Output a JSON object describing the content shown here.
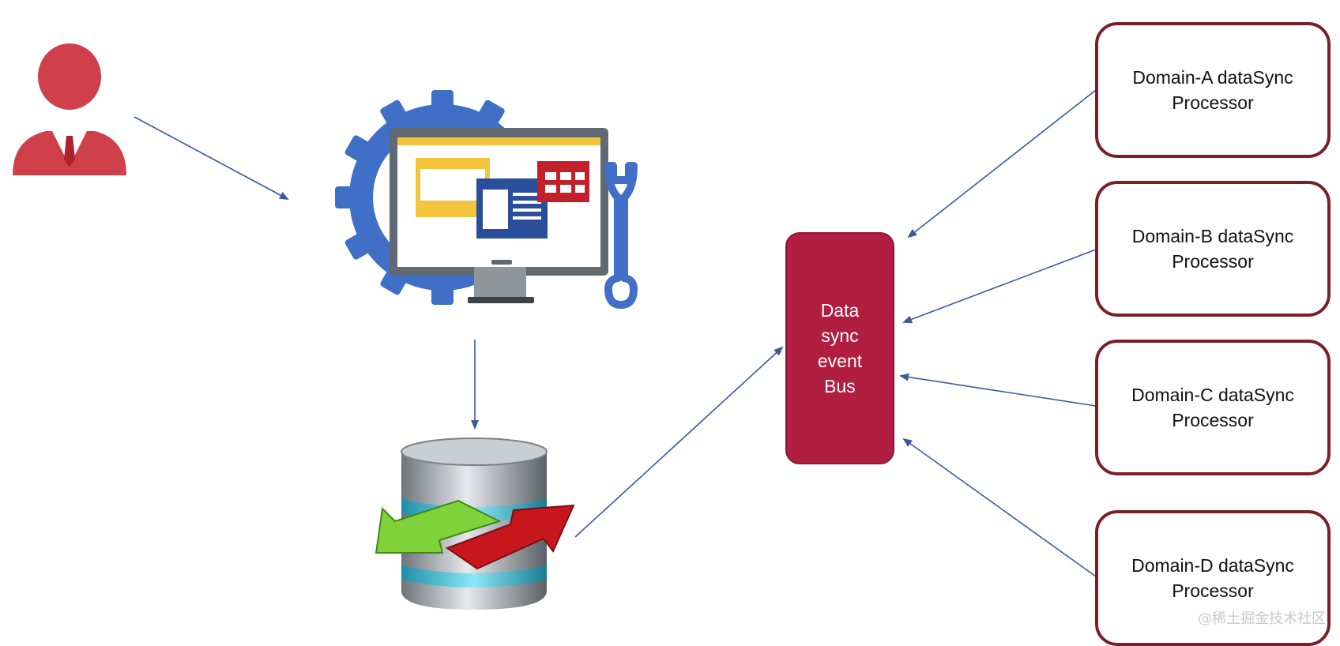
{
  "bus": {
    "label": "Data\nsync\nevent\nBus"
  },
  "processors": [
    {
      "label": "Domain-A dataSync\nProcessor"
    },
    {
      "label": "Domain-B dataSync\nProcessor"
    },
    {
      "label": "Domain-C dataSync\nProcessor"
    },
    {
      "label": "Domain-D dataSync\nProcessor"
    }
  ],
  "watermark": "@稀土掘金技术社区",
  "colors": {
    "bus_fill": "#b21e42",
    "box_border": "#7a1f26",
    "arrow": "#3b5a9a",
    "user_icon": "#d0404a",
    "gear": "#3f6fc6"
  },
  "icons": [
    "user-icon",
    "gear-monitor-icon",
    "database-sync-icon"
  ]
}
